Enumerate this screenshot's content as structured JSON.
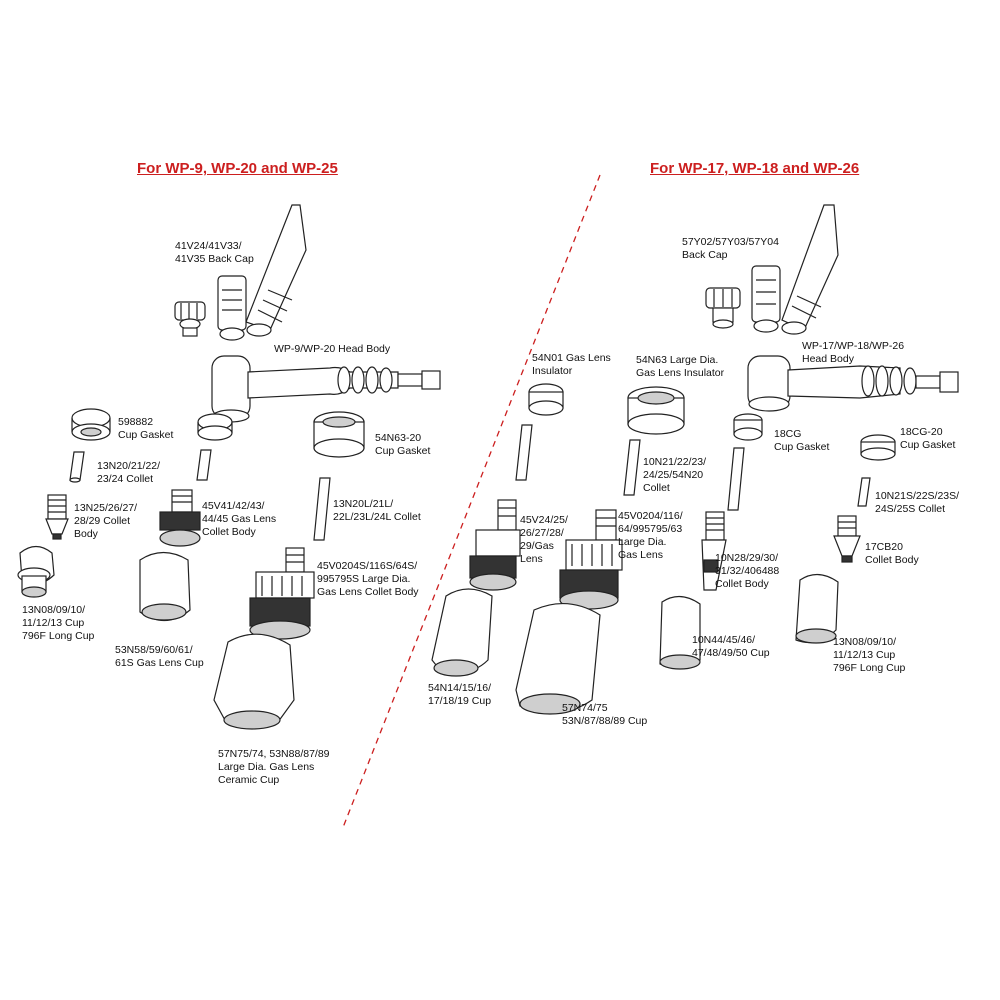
{
  "headings": {
    "left": "For  WP-9, WP-20 and WP-25",
    "right": "For  WP-17, WP-18 and WP-26"
  },
  "colors": {
    "heading": "#cc1f1f",
    "divider": "#cc1f1f",
    "line_art": "#222222"
  },
  "labels": {
    "l_backcap": [
      "41V24/41V33/",
      "41V35 Back Cap"
    ],
    "l_headbody": [
      "WP-9/WP-20 Head Body"
    ],
    "l_cupgasket": [
      "598882",
      "Cup Gasket"
    ],
    "l_collet": [
      "13N20/21/22/",
      "23/24 Collet"
    ],
    "l_colletbody": [
      "13N25/26/27/",
      "28/29 Collet",
      "Body"
    ],
    "l_longcup": [
      "13N08/09/10/",
      "11/12/13 Cup",
      "796F Long  Cup"
    ],
    "l_gaslens": [
      "45V41/42/43/",
      "44/45 Gas Lens",
      "Collet Body"
    ],
    "l_gaslenscup": [
      "53N58/59/60/61/",
      "61S  Gas Lens Cup"
    ],
    "l_54n63_20": [
      "54N63-20",
      "Cup Gasket"
    ],
    "l_longcollet": [
      "13N20L/21L/",
      "22L/23L/24L Collet"
    ],
    "l_largebody": [
      "45V0204S/116S/64S/",
      "995795S Large Dia.",
      "Gas Lens Collet Body"
    ],
    "l_ceramic": [
      "57N75/74, 53N88/87/89",
      "Large Dia. Gas Lens",
      "Ceramic Cup"
    ],
    "m_insulator": [
      "54N01 Gas Lens",
      "Insulator"
    ],
    "m_largeinsulator": [
      "54N63 Large Dia.",
      "Gas Lens Insulator"
    ],
    "m_collet": [
      "10N21/22/23/",
      "24/25/54N20",
      "Collet"
    ],
    "m_gaslens": [
      "45V24/25/",
      "26/27/28/",
      "29/Gas",
      "Lens"
    ],
    "m_largelens": [
      "45V0204/116/",
      "64/995795/63",
      "Large Dia.",
      "Gas Lens"
    ],
    "m_cup": [
      "54N14/15/16/",
      "17/18/19 Cup"
    ],
    "m_largecup": [
      "57N74/75",
      "53N/87/88/89 Cup"
    ],
    "r_backcap": [
      "57Y02/57Y03/57Y04",
      "Back Cap"
    ],
    "r_headbody": [
      "WP-17/WP-18/WP-26",
      "Head Body"
    ],
    "r_18cg": [
      "18CG",
      "Cup Gasket"
    ],
    "r_18cg20": [
      "18CG-20",
      "Cup Gasket"
    ],
    "r_colletbody": [
      "10N28/29/30/",
      "31/32/406488",
      "Collet Body"
    ],
    "r_collet": [
      "10N21S/22S/23S/",
      "24S/25S Collet"
    ],
    "r_17cb20": [
      "17CB20",
      "Collet Body"
    ],
    "r_cup": [
      "10N44/45/46/",
      "47/48/49/50 Cup"
    ],
    "r_longcup": [
      "13N08/09/10/",
      "11/12/13 Cup",
      "796F Long  Cup"
    ]
  }
}
